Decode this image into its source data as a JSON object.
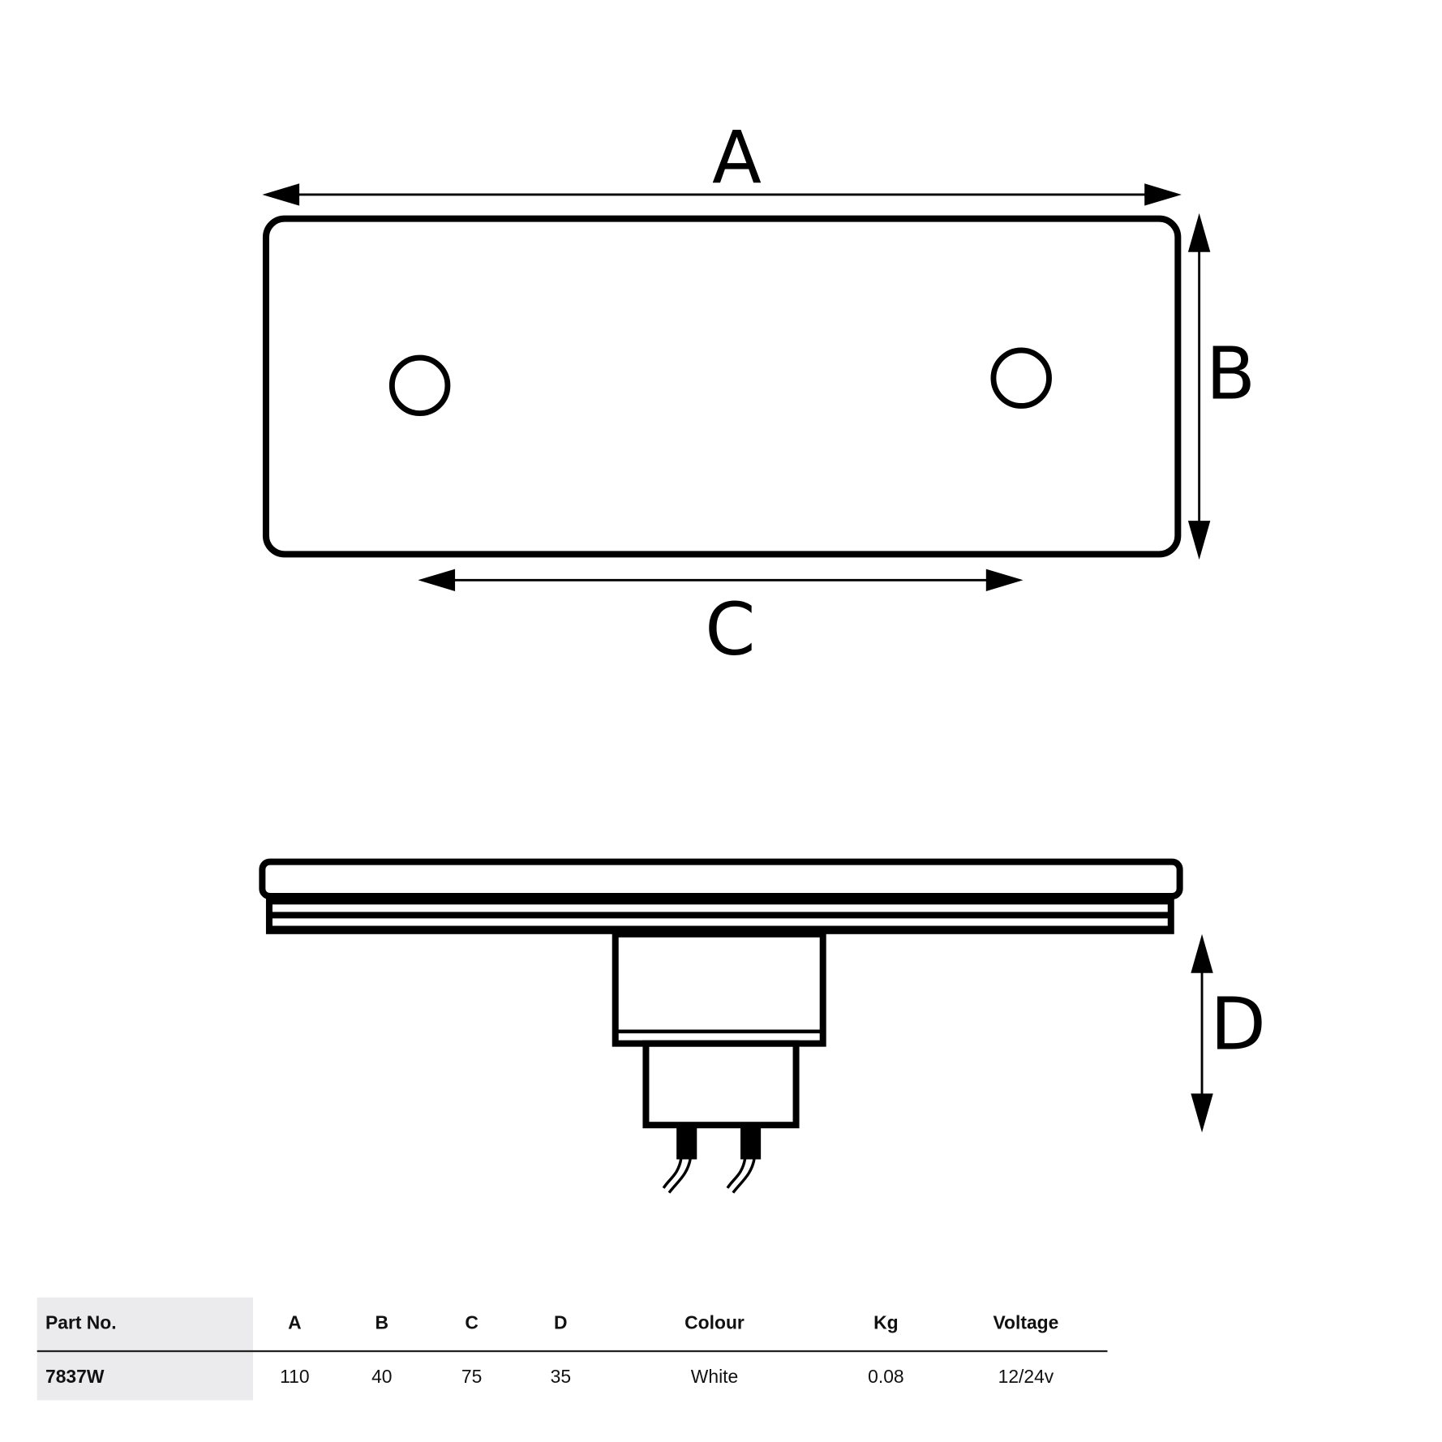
{
  "diagram": {
    "labels": {
      "a": "A",
      "b": "B",
      "c": "C",
      "d": "D"
    }
  },
  "table": {
    "headers": [
      "Part No.",
      "A",
      "B",
      "C",
      "D",
      "Colour",
      "Kg",
      "Voltage"
    ],
    "rows": [
      [
        "7837W",
        "110",
        "40",
        "75",
        "35",
        "White",
        "0.08",
        "12/24v"
      ]
    ]
  }
}
